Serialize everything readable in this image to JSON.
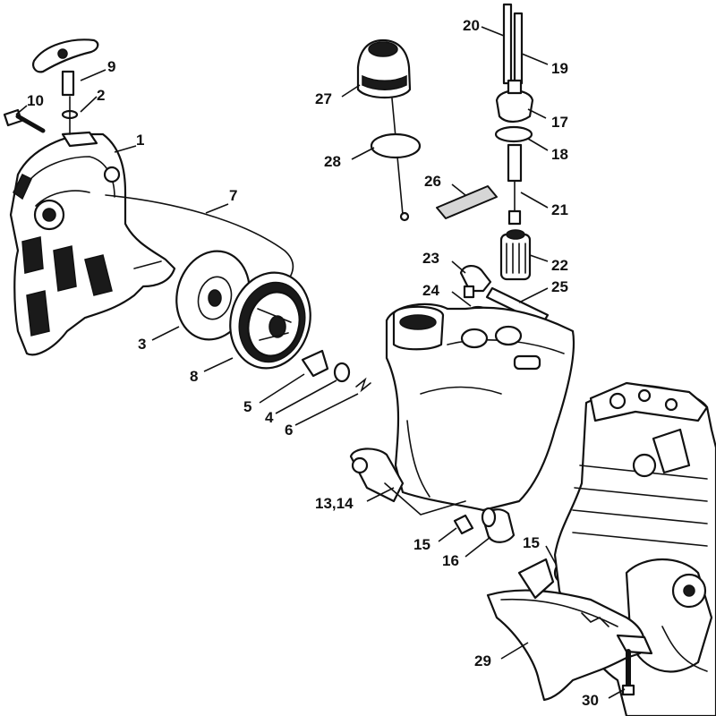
{
  "diagram": {
    "colors": {
      "line": "#111111",
      "background": "#ffffff",
      "shade": "#d6d6d6"
    },
    "callouts": [
      {
        "id": "c1",
        "text": "1"
      },
      {
        "id": "c2",
        "text": "2"
      },
      {
        "id": "c3",
        "text": "3"
      },
      {
        "id": "c4",
        "text": "4"
      },
      {
        "id": "c5",
        "text": "5"
      },
      {
        "id": "c6",
        "text": "6"
      },
      {
        "id": "c7",
        "text": "7"
      },
      {
        "id": "c8",
        "text": "8"
      },
      {
        "id": "c9",
        "text": "9"
      },
      {
        "id": "c10",
        "text": "10"
      },
      {
        "id": "c13_14",
        "text": "13,14"
      },
      {
        "id": "c15a",
        "text": "15"
      },
      {
        "id": "c15b",
        "text": "15"
      },
      {
        "id": "c16",
        "text": "16"
      },
      {
        "id": "c17",
        "text": "17"
      },
      {
        "id": "c18",
        "text": "18"
      },
      {
        "id": "c19",
        "text": "19"
      },
      {
        "id": "c20",
        "text": "20"
      },
      {
        "id": "c21",
        "text": "21"
      },
      {
        "id": "c22",
        "text": "22"
      },
      {
        "id": "c23",
        "text": "23"
      },
      {
        "id": "c24",
        "text": "24"
      },
      {
        "id": "c25",
        "text": "25"
      },
      {
        "id": "c26",
        "text": "26"
      },
      {
        "id": "c27",
        "text": "27"
      },
      {
        "id": "c28",
        "text": "28"
      },
      {
        "id": "c29",
        "text": "29"
      },
      {
        "id": "c30",
        "text": "30"
      }
    ]
  }
}
